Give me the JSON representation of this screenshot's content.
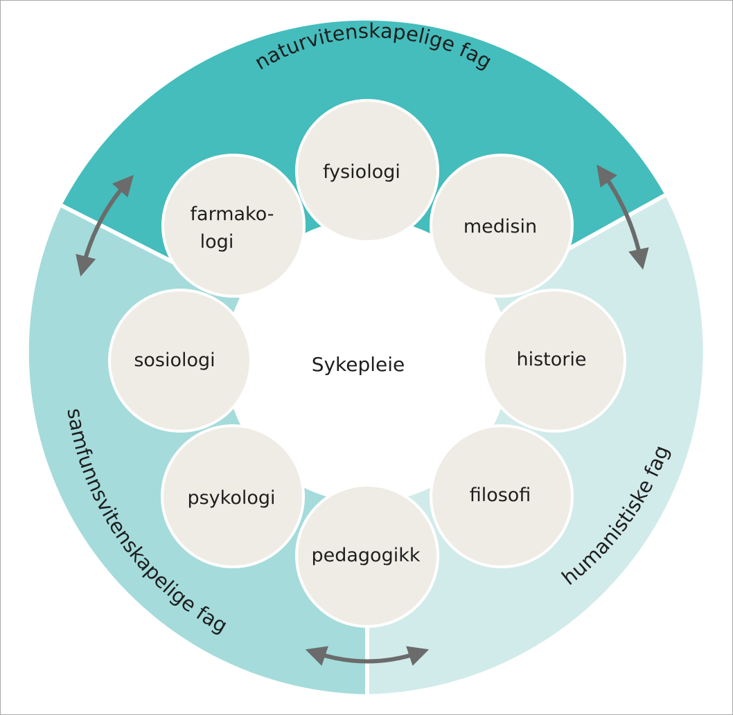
{
  "colors": {
    "top_segment": "#44bdbc",
    "left_segment": "#a5dbdb",
    "right_segment": "#d1ebea",
    "bubble_fill": "#efece5",
    "bubble_border": "#ffffff",
    "arrow": "#6b6b6b",
    "text": "#1e1e1e"
  },
  "segments": {
    "top": "naturvitenskapelige fag",
    "left": "samfunnsvitenskapelige fag",
    "right": "humanistiske fag"
  },
  "center": "Sykepleie",
  "bubbles": {
    "fysiologi": "fysiologi",
    "medisin": "medisin",
    "historie": "historie",
    "filosofi": "filosofi",
    "pedagogikk": "pedagogikk",
    "psykologi": "psykologi",
    "sosiologi": "sosiologi",
    "farmakologi_line1": "farmako-",
    "farmakologi_line2": "logi"
  },
  "arrows": [
    "double-arrow-icon",
    "double-arrow-icon",
    "double-arrow-icon"
  ]
}
